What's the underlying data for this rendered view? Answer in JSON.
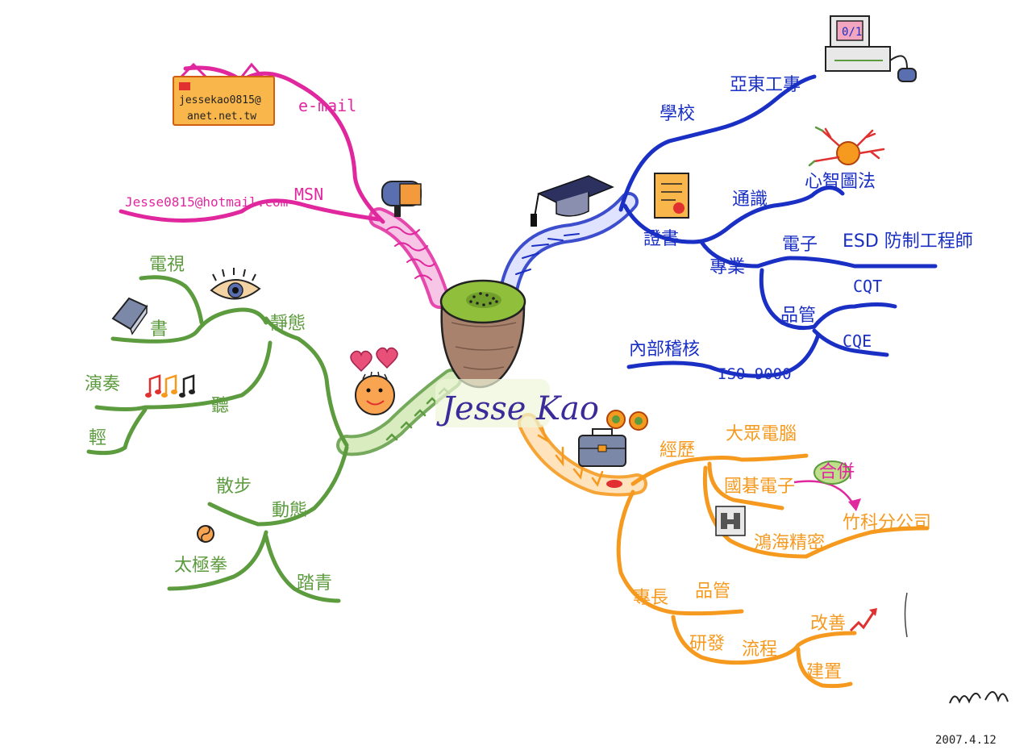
{
  "colors": {
    "pink": "#e0279e",
    "blue": "#1a2fc4",
    "green": "#5d9b3f",
    "orange": "#f59a1f",
    "center_name": "#3b2a99",
    "pot": "#a9826e",
    "pot_top": "#8fbf3b"
  },
  "center": {
    "name": "Jesse Kao"
  },
  "contact": {
    "email_card": [
      "jessekao0815@",
      "anet.net.tw"
    ],
    "email_label": "e-mail",
    "msn_label": "MSN",
    "msn_value": "Jesse0815@hotmail.com"
  },
  "school": {
    "label": "學校",
    "name": "亞東工專",
    "cert_label": "證書",
    "general": "通識",
    "mind_map": "心智圖法",
    "professional": "專業",
    "electronics": "電子",
    "esd": "ESD 防制工程師",
    "quality": "品管",
    "cqt": "CQT",
    "cqe": "CQE",
    "internal_audit": "內部稽核",
    "iso": "ISO 9000"
  },
  "hobby": {
    "tv": "電視",
    "book": "書",
    "static": "靜態",
    "play": "演奏",
    "listen": "聽",
    "light": "輕",
    "walk": "散步",
    "dynamic": "動態",
    "taichi": "太極拳",
    "hiking": "踏青"
  },
  "career": {
    "experience": "經歷",
    "company1": "大眾電腦",
    "company2": "國碁電子",
    "merge": "合併",
    "company3": "鴻海精密",
    "branch": "竹科分公司",
    "specialty": "專長",
    "qc": "品管",
    "rd": "研發",
    "process": "流程",
    "improve": "改善",
    "build": "建置"
  },
  "icons": {
    "mail_card": "hanging-card-icon",
    "mailbox": "mailbox-icon",
    "graduation_cap": "graduation-cap-icon",
    "computer": "computer-icon",
    "certificate": "certificate-icon",
    "neuron": "mind-map-neuron-icon",
    "eye": "eye-icon",
    "book": "book-icon",
    "music": "music-notes-icon",
    "face": "smiley-face-icon",
    "hearts": "hearts-icon",
    "yin_yang": "yin-yang-icon",
    "briefcase": "briefcase-icon",
    "coins": "coins-icon",
    "hon_hai_logo": "hon-hai-logo-icon",
    "trend_arrow": "trend-up-arrow-icon",
    "kiwi_pot": "center-pot-icon"
  },
  "signature": {
    "date": "2007.4.12"
  }
}
